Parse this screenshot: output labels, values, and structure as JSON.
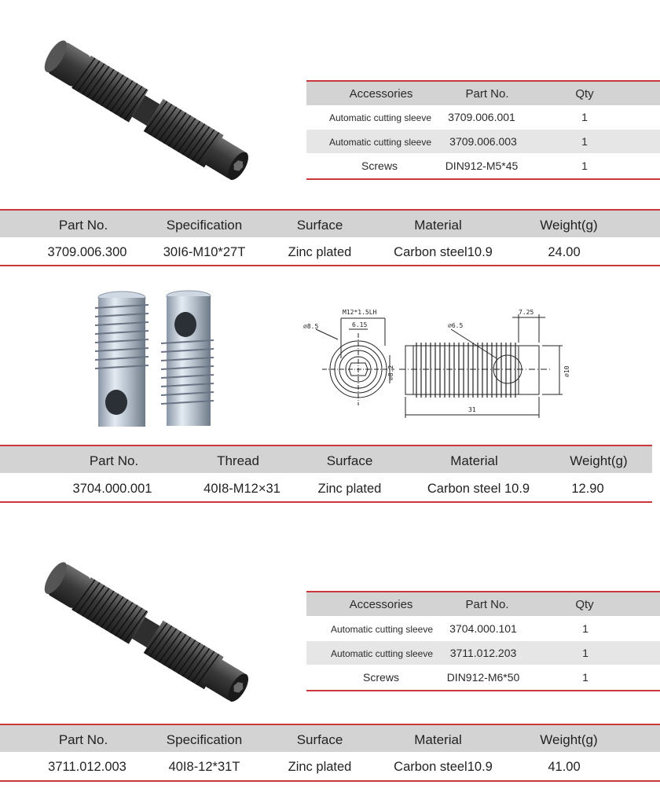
{
  "acc1": {
    "headers": [
      "Accessories",
      "Part No.",
      "Qty"
    ],
    "rows": [
      [
        "Automatic cutting sleeve",
        "3709.006.001",
        "1"
      ],
      [
        "Automatic cutting sleeve",
        "3709.006.003",
        "1"
      ],
      [
        "Screws",
        "DIN912-M5*45",
        "1"
      ]
    ]
  },
  "spec1": {
    "headers": [
      "Part No.",
      "Specification",
      "Surface",
      "Material",
      "Weight(g)"
    ],
    "row": [
      "3709.006.300",
      "30I6-M10*27T",
      "Zinc plated",
      "Carbon steel10.9",
      "24.00"
    ]
  },
  "drawing": {
    "labels": [
      "M12*1.5LH",
      "⌀8.5",
      "6.15",
      "⌀6.5",
      "7.25",
      "⌀8.2",
      "⌀10",
      "31"
    ]
  },
  "spec2": {
    "headers": [
      "Part No.",
      "Thread",
      "Surface",
      "Material",
      "Weight(g)"
    ],
    "row": [
      "3704.000.001",
      "40I8-M12×31",
      "Zinc plated",
      "Carbon steel 10.9",
      "12.90"
    ]
  },
  "acc2": {
    "headers": [
      "Accessories",
      "Part No.",
      "Qty"
    ],
    "rows": [
      [
        "Automatic cutting sleeve",
        "3704.000.101",
        "1"
      ],
      [
        "Automatic cutting sleeve",
        "3711.012.203",
        "1"
      ],
      [
        "Screws",
        "DIN912-M6*50",
        "1"
      ]
    ]
  },
  "spec3": {
    "headers": [
      "Part No.",
      "Specification",
      "Surface",
      "Material",
      "Weight(g)"
    ],
    "row": [
      "3711.012.003",
      "40I8-12*31T",
      "Zinc plated",
      "Carbon steel10.9",
      "41.00"
    ]
  },
  "colors": {
    "accent_red": "#c8383c",
    "header_grey": "#d3d3d3",
    "row_grey": "#e6e6e6"
  },
  "icons": [
    "threaded-screw-render-icon",
    "zinc-sleeve-photo-icon",
    "technical-drawing-icon"
  ]
}
